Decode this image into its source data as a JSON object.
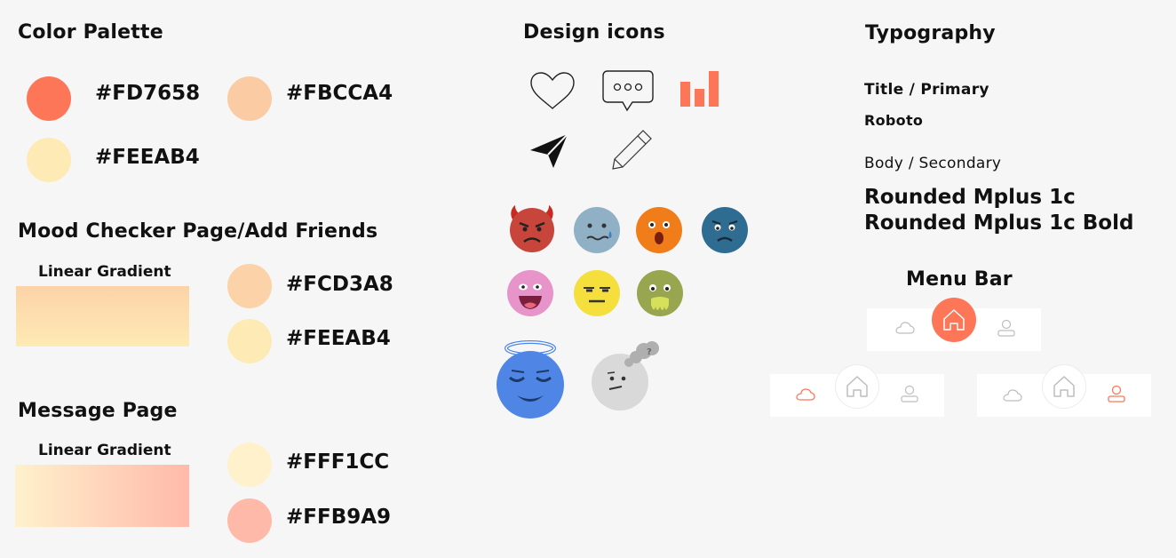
{
  "palette": {
    "title": "Color Palette",
    "swatches": [
      {
        "hex": "#FD7658"
      },
      {
        "hex": "#FBCCA4"
      },
      {
        "hex": "#FEEAB4"
      }
    ]
  },
  "mood_page": {
    "title": "Mood Checker Page/Add Friends",
    "gradient_label": "Linear Gradient",
    "gradient": {
      "from": "#FCD3A8",
      "to": "#FEEAB4",
      "direction": "to bottom"
    },
    "swatches": [
      {
        "hex": "#FCD3A8"
      },
      {
        "hex": "#FEEAB4"
      }
    ]
  },
  "message_page": {
    "title": "Message Page",
    "gradient_label": "Linear Gradient",
    "gradient": {
      "from": "#FFF1CC",
      "to": "#FFB9A9",
      "direction": "to right"
    },
    "swatches": [
      {
        "hex": "#FFF1CC"
      },
      {
        "hex": "#FFB9A9"
      }
    ]
  },
  "icons": {
    "title": "Design icons",
    "items": [
      "heart-icon",
      "chat-bubble-icon",
      "bar-chart-icon",
      "send-icon",
      "pencil-icon"
    ],
    "emojis": [
      "angry-face",
      "cold-face",
      "shocked-face",
      "sad-face",
      "laughing-face",
      "neutral-face",
      "sick-face",
      "angel-face",
      "thinking-face"
    ]
  },
  "typography": {
    "title": "Typography",
    "primary_label": "Title / Primary",
    "primary_font": "Roboto",
    "secondary_label": "Body / Secondary",
    "secondary_font": "Rounded Mplus 1c",
    "secondary_font_bold": "Rounded Mplus 1c Bold"
  },
  "menu_bar": {
    "title": "Menu Bar",
    "accent": "#FD7658",
    "inactive": "#BDBDBD",
    "variants": [
      "home-active",
      "cloud-active",
      "profile-active"
    ]
  }
}
